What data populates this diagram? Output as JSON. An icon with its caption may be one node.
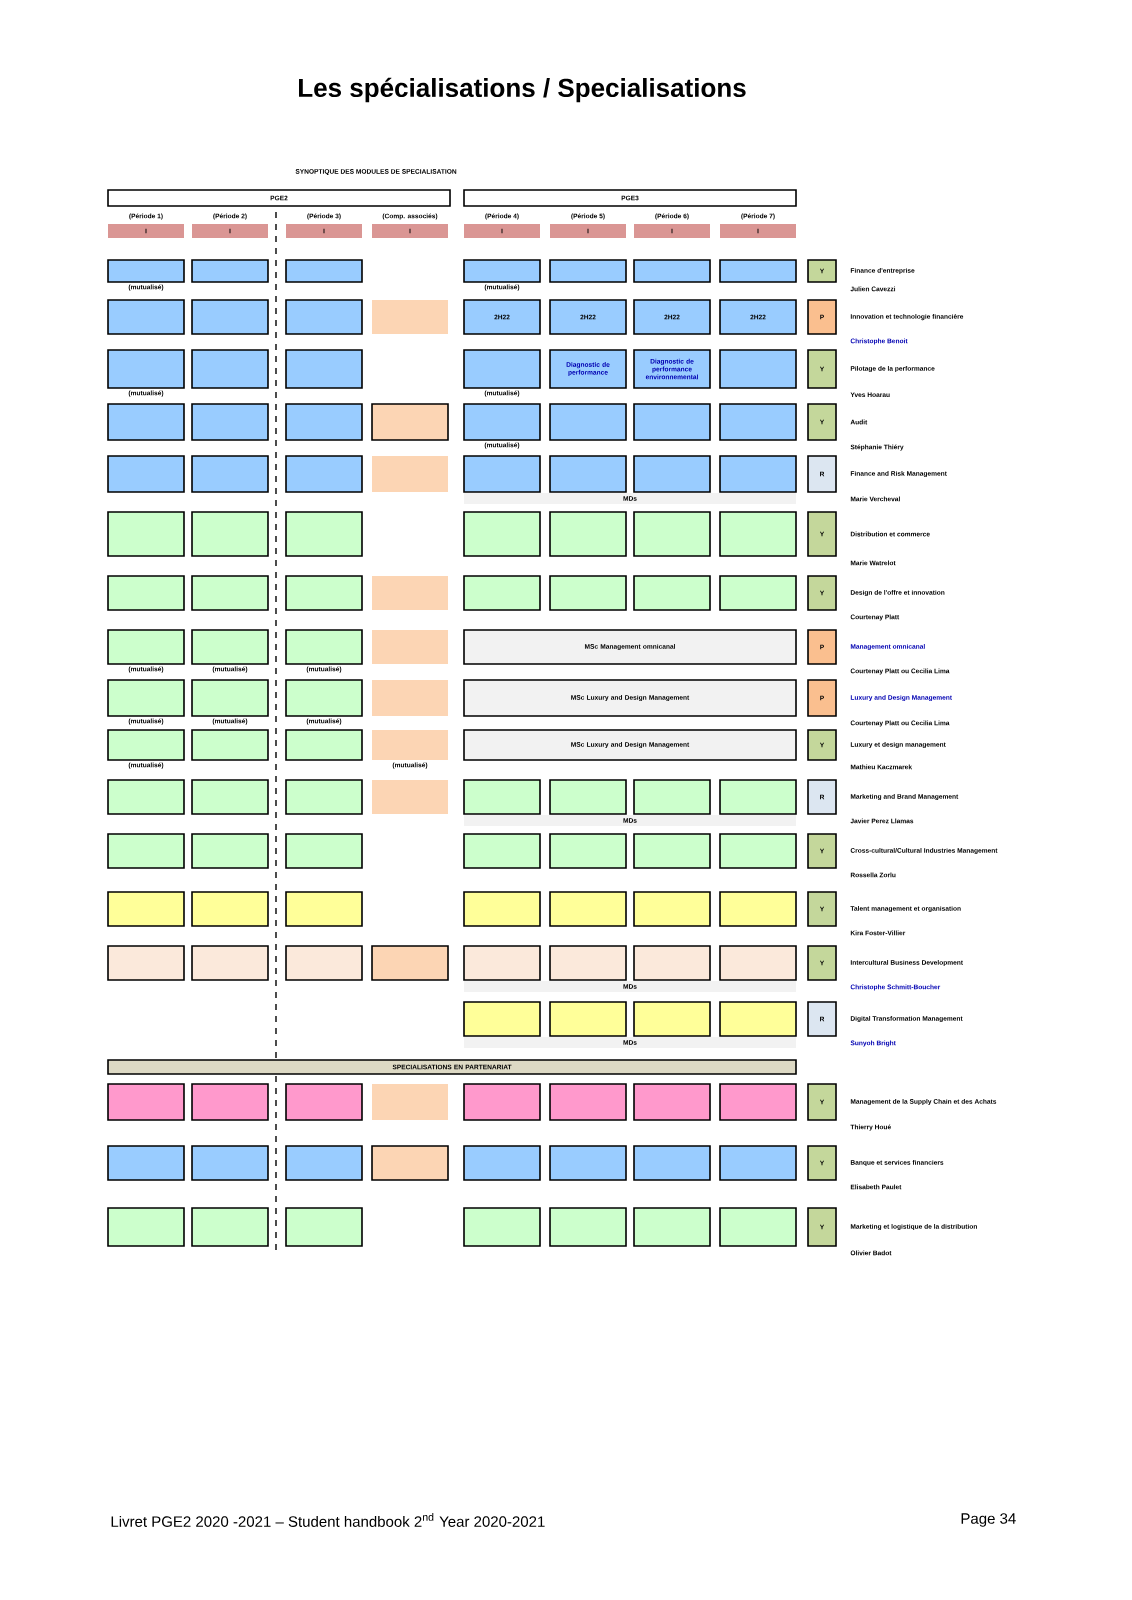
{
  "diagram": {
    "title": "Les spécialisations / Specialisations",
    "nodes": [
      {
        "text": [
          "PGE2"
        ]
      },
      {
        "text": [
          "PGE3"
        ]
      },
      {
        "text": [
          "I"
        ],
        "beside": [
          "(Période 1)"
        ]
      },
      {
        "text": [
          "I"
        ],
        "beside": [
          "(Période 2)"
        ]
      },
      {
        "text": [
          "I"
        ],
        "beside": [
          "(Période 3)"
        ]
      },
      {
        "text": [
          "I"
        ],
        "beside": [
          "(Comp. associés)"
        ]
      },
      {
        "text": [
          "I"
        ],
        "beside": [
          "(Période 4)"
        ]
      },
      {
        "text": [
          "I"
        ],
        "beside": [
          "(Période 5)"
        ]
      },
      {
        "text": [
          "I"
        ],
        "beside": [
          "(Période 6)"
        ]
      },
      {
        "text": [
          "I"
        ],
        "beside": [
          "(Période 7)"
        ]
      },
      {
        "text": [],
        "shape": "box",
        "beside": [
          "(mutualisé)"
        ]
      },
      {
        "text": [],
        "shape": "box"
      },
      {
        "text": [],
        "shape": "box"
      },
      {
        "text": [],
        "shape": "box",
        "beside": [
          "(mutualisé)"
        ]
      },
      {
        "text": [],
        "shape": "box"
      },
      {
        "text": [],
        "shape": "box"
      },
      {
        "text": [],
        "shape": "box"
      },
      {
        "text": [
          "Y"
        ],
        "beside": [
          "Finance d'entreprise",
          "Julien Cavezzi"
        ]
      },
      {
        "text": [],
        "shape": "box"
      },
      {
        "text": [],
        "shape": "box"
      },
      {
        "text": [],
        "shape": "box"
      },
      {
        "text": [],
        "shape": "box"
      },
      {
        "text": [
          "2H22"
        ]
      },
      {
        "text": [
          "2H22"
        ]
      },
      {
        "text": [
          "2H22"
        ]
      },
      {
        "text": [
          "2H22"
        ]
      },
      {
        "text": [
          "P"
        ],
        "beside": [
          "Innovation et technologie financière",
          "Christophe Benoit"
        ]
      },
      {
        "text": [],
        "shape": "box",
        "beside": [
          "(mutualisé)"
        ]
      },
      {
        "text": [],
        "shape": "box"
      },
      {
        "text": [],
        "shape": "box"
      },
      {
        "text": [],
        "shape": "box",
        "beside": [
          "(mutualisé)"
        ]
      },
      {
        "text": [
          "Diagnostic de performance"
        ]
      },
      {
        "text": [
          "Diagnostic de performance environnemental"
        ]
      },
      {
        "text": [],
        "shape": "box"
      },
      {
        "text": [
          "Y"
        ],
        "beside": [
          "Pilotage de la performance",
          "Yves Hoarau"
        ]
      },
      {
        "text": [],
        "shape": "box"
      },
      {
        "text": [],
        "shape": "box"
      },
      {
        "text": [],
        "shape": "box"
      },
      {
        "text": [],
        "shape": "box"
      },
      {
        "text": [],
        "shape": "box",
        "beside": [
          "(mutualisé)"
        ]
      },
      {
        "text": [],
        "shape": "box"
      },
      {
        "text": [],
        "shape": "box"
      },
      {
        "text": [],
        "shape": "box"
      },
      {
        "text": [
          "Y"
        ],
        "beside": [
          "Audit",
          "Stéphanie Thiéry"
        ]
      },
      {
        "text": [],
        "shape": "box"
      },
      {
        "text": [],
        "shape": "box"
      },
      {
        "text": [],
        "shape": "box"
      },
      {
        "text": [],
        "shape": "box"
      },
      {
        "text": [],
        "shape": "box"
      },
      {
        "text": [],
        "shape": "box"
      },
      {
        "text": [],
        "shape": "box"
      },
      {
        "text": [],
        "shape": "box"
      },
      {
        "text": [
          "MDs"
        ]
      },
      {
        "text": [
          "R"
        ],
        "beside": [
          "Finance and Risk Management",
          "Marie Vercheval"
        ]
      },
      {
        "text": [],
        "shape": "box"
      },
      {
        "text": [],
        "shape": "box"
      },
      {
        "text": [],
        "shape": "box"
      },
      {
        "text": [],
        "shape": "box"
      },
      {
        "text": [],
        "shape": "box"
      },
      {
        "text": [],
        "shape": "box"
      },
      {
        "text": [],
        "shape": "box"
      },
      {
        "text": [
          "Y"
        ],
        "beside": [
          "Distribution et commerce",
          "Marie Watrelot"
        ]
      },
      {
        "text": [],
        "shape": "box"
      },
      {
        "text": [],
        "shape": "box"
      },
      {
        "text": [],
        "shape": "box"
      },
      {
        "text": [],
        "shape": "box"
      },
      {
        "text": [],
        "shape": "box"
      },
      {
        "text": [],
        "shape": "box"
      },
      {
        "text": [],
        "shape": "box"
      },
      {
        "text": [],
        "shape": "box"
      },
      {
        "text": [
          "Y"
        ],
        "beside": [
          "Design de l'offre et innovation",
          "Courtenay Platt"
        ]
      },
      {
        "text": [],
        "shape": "box",
        "beside": [
          "(mutualisé)"
        ]
      },
      {
        "text": [],
        "shape": "box",
        "beside": [
          "(mutualisé)"
        ]
      },
      {
        "text": [],
        "shape": "box",
        "beside": [
          "(mutualisé)"
        ]
      },
      {
        "text": [],
        "shape": "box"
      },
      {
        "text": [
          "MSc Management omnicanal"
        ]
      },
      {
        "text": [
          "P"
        ],
        "beside": [
          "Management omnicanal",
          "Courtenay Platt ou Cecilia Lima"
        ]
      },
      {
        "text": [],
        "shape": "box",
        "beside": [
          "(mutualisé)"
        ]
      },
      {
        "text": [],
        "shape": "box",
        "beside": [
          "(mutualisé)"
        ]
      },
      {
        "text": [],
        "shape": "box",
        "beside": [
          "(mutualisé)"
        ]
      },
      {
        "text": [],
        "shape": "box"
      },
      {
        "text": [
          "MSc Luxury and Design Management"
        ]
      },
      {
        "text": [
          "P"
        ],
        "beside": [
          "Luxury and Design Management",
          "Courtenay Platt ou Cecilia Lima"
        ]
      },
      {
        "text": [],
        "shape": "box",
        "beside": [
          "(mutualisé)"
        ]
      },
      {
        "text": [],
        "shape": "box"
      },
      {
        "text": [],
        "shape": "box"
      },
      {
        "text": [],
        "shape": "box",
        "beside": [
          "(mutualisé)"
        ]
      },
      {
        "text": [
          "MSc Luxury and Design Management"
        ]
      },
      {
        "text": [
          "Y"
        ],
        "beside": [
          "Luxury et design management",
          "Mathieu Kaczmarek"
        ]
      },
      {
        "text": [],
        "shape": "box"
      },
      {
        "text": [],
        "shape": "box"
      },
      {
        "text": [],
        "shape": "box"
      },
      {
        "text": [],
        "shape": "box"
      },
      {
        "text": [],
        "shape": "box"
      },
      {
        "text": [],
        "shape": "box"
      },
      {
        "text": [],
        "shape": "box"
      },
      {
        "text": [],
        "shape": "box"
      },
      {
        "text": [
          "MDs"
        ]
      },
      {
        "text": [
          "R"
        ],
        "beside": [
          "Marketing and Brand Management",
          "Javier Perez Llamas"
        ]
      },
      {
        "text": [],
        "shape": "box"
      },
      {
        "text": [],
        "shape": "box"
      },
      {
        "text": [],
        "shape": "box"
      },
      {
        "text": [],
        "shape": "box"
      },
      {
        "text": [],
        "shape": "box"
      },
      {
        "text": [],
        "shape": "box"
      },
      {
        "text": [],
        "shape": "box"
      },
      {
        "text": [
          "Y"
        ],
        "beside": [
          "Cross-cultural/Cultural Industries Management",
          "Rossella Zorlu"
        ]
      },
      {
        "text": [],
        "shape": "box"
      },
      {
        "text": [],
        "shape": "box"
      },
      {
        "text": [],
        "shape": "box"
      },
      {
        "text": [],
        "shape": "box"
      },
      {
        "text": [],
        "shape": "box"
      },
      {
        "text": [],
        "shape": "box"
      },
      {
        "text": [],
        "shape": "box"
      },
      {
        "text": [
          "Y"
        ],
        "beside": [
          "Talent management et organisation",
          "Kira Foster-Villier"
        ]
      },
      {
        "text": [],
        "shape": "box"
      },
      {
        "text": [],
        "shape": "box"
      },
      {
        "text": [],
        "shape": "box"
      },
      {
        "text": [],
        "shape": "box"
      },
      {
        "text": [],
        "shape": "box"
      },
      {
        "text": [],
        "shape": "box"
      },
      {
        "text": [],
        "shape": "box"
      },
      {
        "text": [],
        "shape": "box"
      },
      {
        "text": [
          "MDs"
        ]
      },
      {
        "text": [
          "Y"
        ],
        "beside": [
          "Intercultural Business Development",
          "Christophe Schmitt-Boucher"
        ]
      },
      {
        "text": [],
        "shape": "box"
      },
      {
        "text": [],
        "shape": "box"
      },
      {
        "text": [],
        "shape": "box"
      },
      {
        "text": [],
        "shape": "box"
      },
      {
        "text": [
          "MDs"
        ]
      },
      {
        "text": [
          "R"
        ],
        "beside": [
          "Digital Transformation Management",
          "Sunyoh Bright"
        ]
      },
      {
        "text": [
          "SPECIALISATIONS EN PARTENARIAT"
        ]
      },
      {
        "text": [],
        "shape": "box"
      },
      {
        "text": [],
        "shape": "box"
      },
      {
        "text": [],
        "shape": "box"
      },
      {
        "text": [],
        "shape": "box"
      },
      {
        "text": [],
        "shape": "box"
      },
      {
        "text": [],
        "shape": "box"
      },
      {
        "text": [],
        "shape": "box"
      },
      {
        "text": [],
        "shape": "box"
      },
      {
        "text": [
          "Y"
        ],
        "beside": [
          "Management de la Supply Chain et des Achats",
          "Thierry Houé"
        ]
      },
      {
        "text": [],
        "shape": "box"
      },
      {
        "text": [],
        "shape": "box"
      },
      {
        "text": [],
        "shape": "box"
      },
      {
        "text": [],
        "shape": "box"
      },
      {
        "text": [],
        "shape": "box"
      },
      {
        "text": [],
        "shape": "box"
      },
      {
        "text": [],
        "shape": "box"
      },
      {
        "text": [],
        "shape": "box"
      },
      {
        "text": [
          "Y"
        ],
        "beside": [
          "Banque et services financiers",
          "Elisabeth Paulet"
        ]
      },
      {
        "text": [],
        "shape": "box"
      },
      {
        "text": [],
        "shape": "box"
      },
      {
        "text": [],
        "shape": "box"
      },
      {
        "text": [],
        "shape": "box"
      },
      {
        "text": [],
        "shape": "box"
      },
      {
        "text": [],
        "shape": "box"
      },
      {
        "text": [],
        "shape": "box"
      },
      {
        "text": [
          "Y"
        ],
        "beside": [
          "Marketing et logistique de la distribution",
          "Olivier Badot"
        ]
      }
    ],
    "labels": [
      "SYNOPTIQUE DES MODULES DE SPECIALISATION",
      "Livret PGE2 2020 -2021 – Student handbook 2$^{nd}$ Year 2020-2021",
      "Page 34"
    ]
  }
}
